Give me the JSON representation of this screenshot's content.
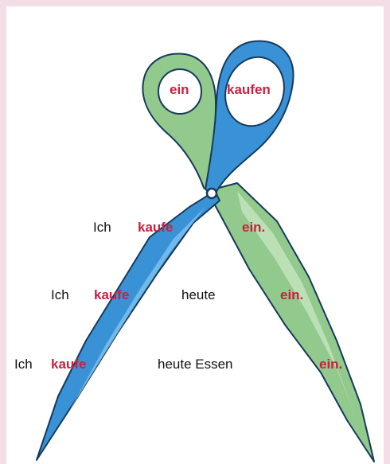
{
  "colors": {
    "blue": "#3a92d6",
    "blue_light": "#7cc0ee",
    "green": "#92c98c",
    "green_light": "#c3e4bd",
    "outline": "#163a5c",
    "accent_red": "#c8213f",
    "background_border": "#f3dde6"
  },
  "handles": {
    "left_label": "ein",
    "right_label": "kaufen"
  },
  "sentences": [
    {
      "subject": "Ich",
      "verb": "kaufe",
      "middle": "",
      "particle": "ein."
    },
    {
      "subject": "Ich",
      "verb": "kaufe",
      "middle": "heute",
      "particle": "ein."
    },
    {
      "subject": "Ich",
      "verb": "kaufe",
      "middle": "heute Essen",
      "particle": "ein."
    }
  ]
}
